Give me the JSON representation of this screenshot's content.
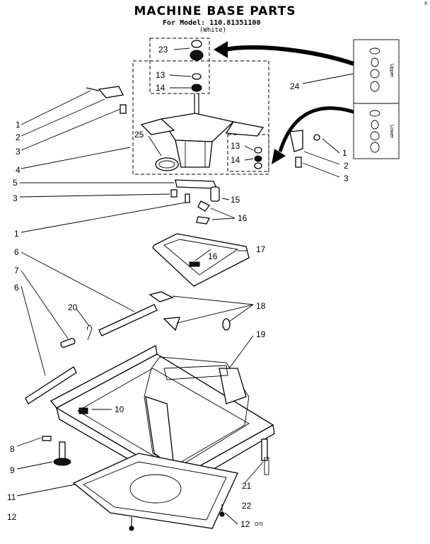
{
  "header": {
    "title": "MACHINE BASE PARTS",
    "model": "For Model: 110.81351100",
    "color": "(White)",
    "corner_mark": "II"
  },
  "callouts": {
    "c1a": "1",
    "c2a": "2",
    "c3a": "3",
    "c4": "4",
    "c5": "5",
    "c3b": "3",
    "c1b": "1",
    "c6a": "6",
    "c7": "7",
    "c6b": "6",
    "c20": "20",
    "c8": "8",
    "c9": "9",
    "c11": "11",
    "c12a": "12",
    "c10": "10",
    "c23": "23",
    "c13a": "13",
    "c14a": "14",
    "c24": "24",
    "c25": "25",
    "c13b": "13",
    "c14b": "14",
    "c1c": "1",
    "c2b": "2",
    "c3c": "3",
    "c15": "15",
    "c16a": "16",
    "c16b": "16",
    "c17": "17",
    "c18": "18",
    "c19": "19",
    "c21": "21",
    "c22": "22",
    "c12b": "12"
  },
  "inset_labels": {
    "upper": "Upper",
    "lower": "Lower"
  },
  "footer": {
    "code": "O/S"
  }
}
